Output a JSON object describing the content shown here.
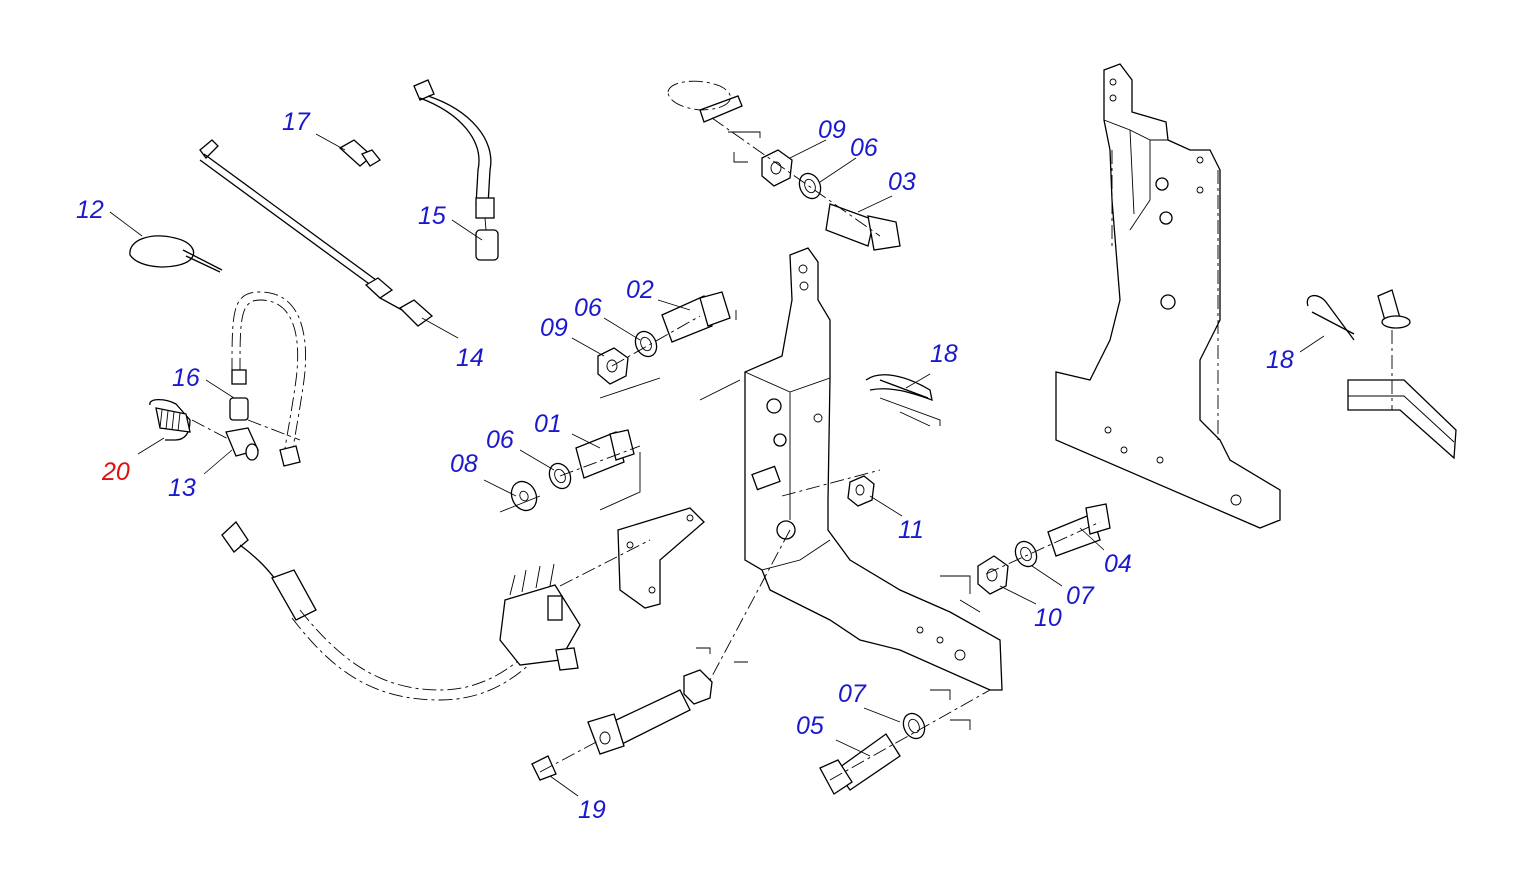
{
  "colors": {
    "callout": "#1a1acc",
    "callout_highlight": "#dd1111",
    "line": "#000000"
  },
  "callouts": {
    "c01": "01",
    "c02": "02",
    "c03": "03",
    "c04": "04",
    "c05": "05",
    "c06a": "06",
    "c06b": "06",
    "c06c": "06",
    "c07a": "07",
    "c07b": "07",
    "c08": "08",
    "c09a": "09",
    "c09b": "09",
    "c10": "10",
    "c11": "11",
    "c12": "12",
    "c13": "13",
    "c14": "14",
    "c15": "15",
    "c16": "16",
    "c17": "17",
    "c18a": "18",
    "c18b": "18",
    "c19": "19",
    "c20": "20"
  }
}
